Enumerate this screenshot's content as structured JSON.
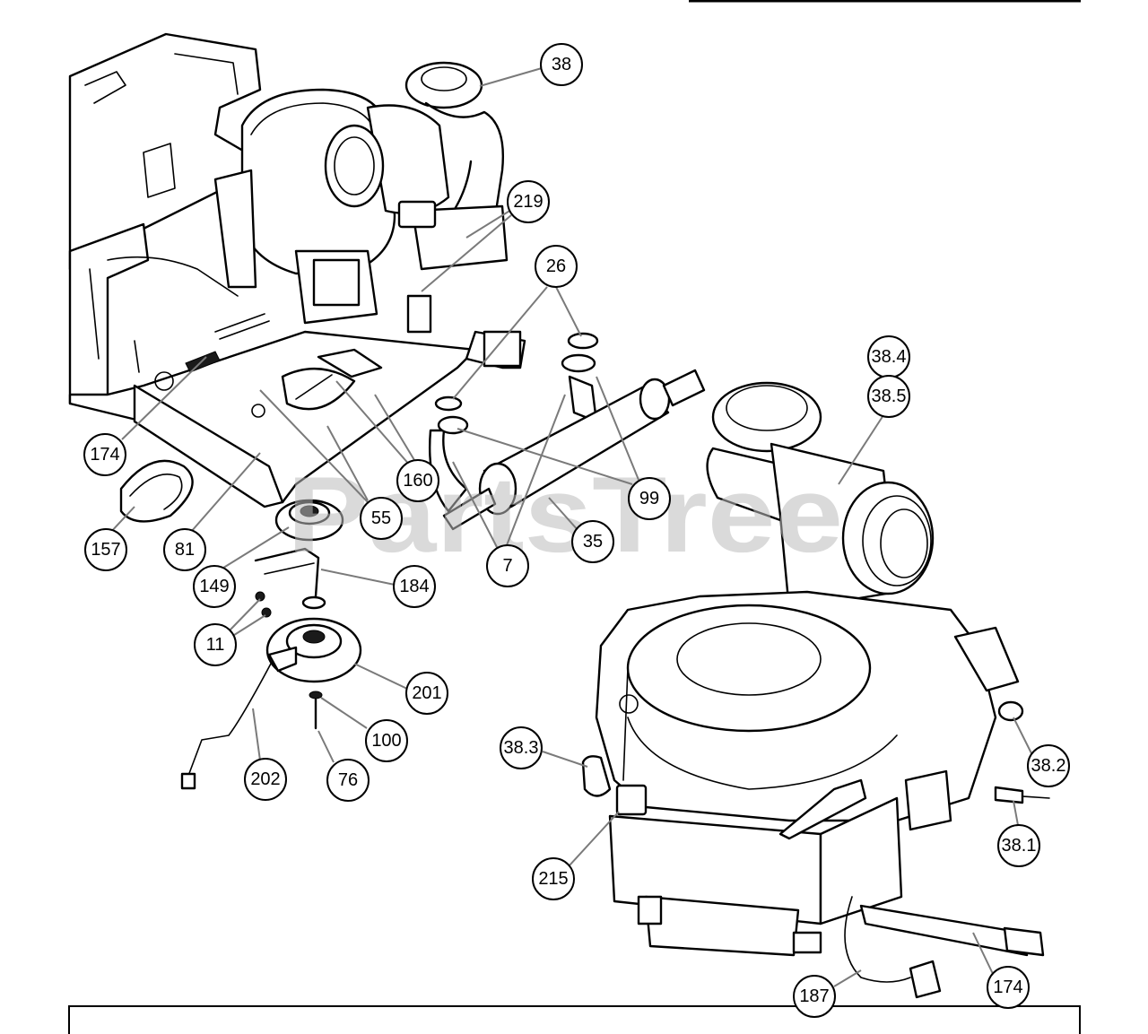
{
  "watermark": "PartsTree",
  "callouts": [
    {
      "id": "c-38",
      "label": "38"
    },
    {
      "id": "c-219",
      "label": "219"
    },
    {
      "id": "c-26",
      "label": "26"
    },
    {
      "id": "c-38-4",
      "label": "38.4"
    },
    {
      "id": "c-38-5",
      "label": "38.5"
    },
    {
      "id": "c-174a",
      "label": "174"
    },
    {
      "id": "c-160",
      "label": "160"
    },
    {
      "id": "c-99",
      "label": "99"
    },
    {
      "id": "c-157",
      "label": "157"
    },
    {
      "id": "c-81",
      "label": "81"
    },
    {
      "id": "c-55",
      "label": "55"
    },
    {
      "id": "c-35",
      "label": "35"
    },
    {
      "id": "c-7",
      "label": "7"
    },
    {
      "id": "c-149",
      "label": "149"
    },
    {
      "id": "c-184",
      "label": "184"
    },
    {
      "id": "c-11",
      "label": "11"
    },
    {
      "id": "c-201",
      "label": "201"
    },
    {
      "id": "c-100",
      "label": "100"
    },
    {
      "id": "c-38-3",
      "label": "38.3"
    },
    {
      "id": "c-38-2",
      "label": "38.2"
    },
    {
      "id": "c-202",
      "label": "202"
    },
    {
      "id": "c-76",
      "label": "76"
    },
    {
      "id": "c-38-1",
      "label": "38.1"
    },
    {
      "id": "c-215",
      "label": "215"
    },
    {
      "id": "c-174b",
      "label": "174"
    },
    {
      "id": "c-187",
      "label": "187"
    }
  ]
}
